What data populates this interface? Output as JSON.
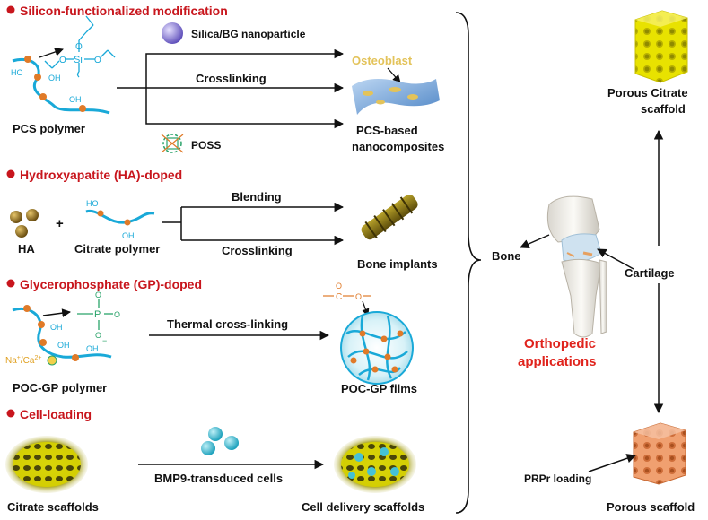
{
  "colors": {
    "heading_red": "#c8161d",
    "bullet_red": "#c8161d",
    "polymer_blue": "#19a9d8",
    "node_orange": "#e07a28",
    "citrate_yellow": "#f2e600",
    "porous_orange": "#e88a55",
    "teal_cells": "#45c1d6",
    "hydroxyapatite_brown": "#8a6a1e",
    "osteoblast_gold": "#e3c35a",
    "silica_purple": "#8a7ad8"
  },
  "sections": {
    "silicon": {
      "title": "Silicon-functionalized modification",
      "polymer_label": "PCS polymer",
      "silica_label": "Silica/BG nanoparticle",
      "crosslinking_label": "Crosslinking",
      "poss_label": "POSS",
      "osteoblast_label": "Osteoblast",
      "composite_label_line1": "PCS-based",
      "composite_label_line2": "nanocomposites",
      "si": "Si",
      "o": "O",
      "oh": "OH",
      "ho": "HO"
    },
    "ha": {
      "title": "Hydroxyapatite (HA)-doped",
      "ha_label": "HA",
      "plus": "+",
      "citrate_label": "Citrate polymer",
      "blending_label": "Blending",
      "crosslinking_label": "Crosslinking",
      "implants_label": "Bone implants",
      "oh": "OH",
      "ho": "HO"
    },
    "gp": {
      "title": "Glycerophosphate (GP)-doped",
      "polymer_label": "POC-GP polymer",
      "ion_label": "Na",
      "ion_sup": "+",
      "ion_sep": "/Ca",
      "ion_sup2": "2+",
      "arrow_label": "Thermal cross-linking",
      "films_label": "POC-GP films",
      "p": "P",
      "o": "O",
      "minus": "−",
      "oh": "OH",
      "c": "C"
    },
    "cell": {
      "title": "Cell-loading",
      "arrow_label": "BMP9-transduced cells",
      "left_label": "Citrate scaffolds",
      "right_label": "Cell delivery scaffolds"
    }
  },
  "right_panel": {
    "top_label_line1": "Porous Citrate",
    "top_label_line2": "scaffold",
    "bone_label": "Bone",
    "cartilage_label": "Cartilage",
    "center_label_line1": "Orthopedic",
    "center_label_line2": "applications",
    "prpr_label": "PRPr loading",
    "bottom_label": "Porous scaffold"
  }
}
